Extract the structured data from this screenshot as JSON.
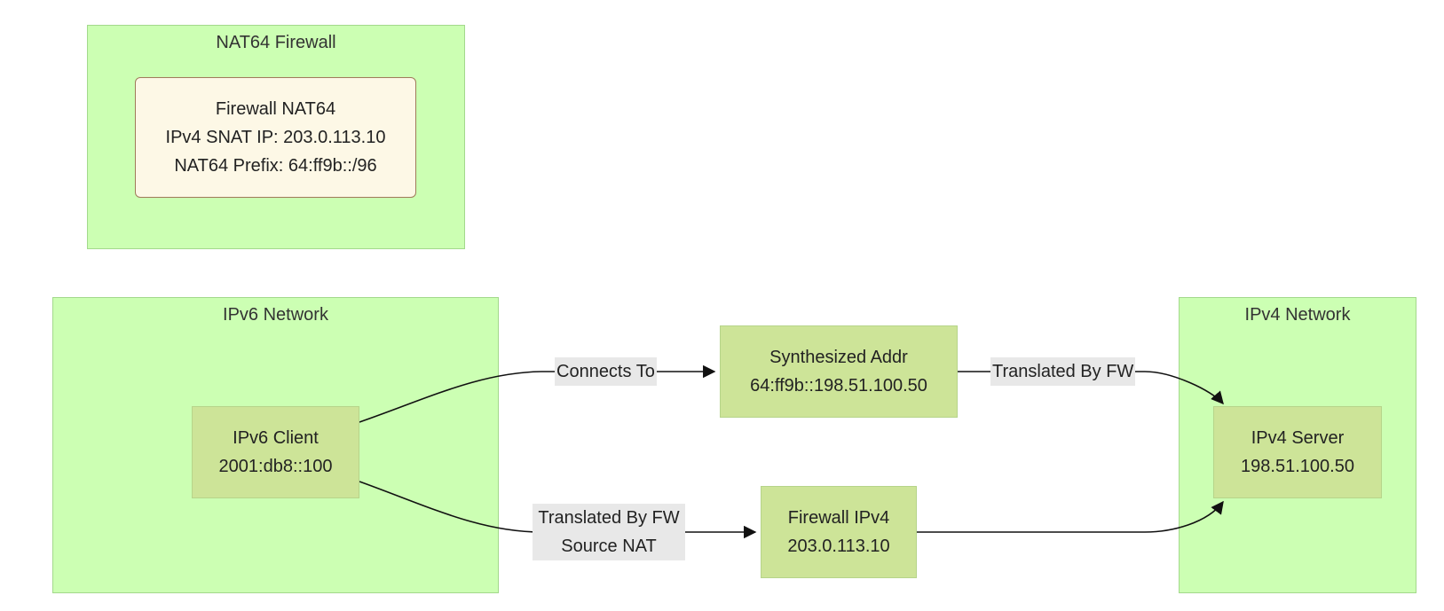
{
  "clusters": {
    "nat64_firewall": "NAT64 Firewall",
    "ipv6_network": "IPv6 Network",
    "ipv4_network": "IPv4 Network"
  },
  "nodes": {
    "firewall_nat64": {
      "title": "Firewall NAT64",
      "line2": "IPv4 SNAT IP: 203.0.113.10",
      "line3": "NAT64 Prefix: 64:ff9b::/96"
    },
    "ipv6_client": {
      "title": "IPv6 Client",
      "addr": "2001:db8::100"
    },
    "synth_addr": {
      "title": "Synthesized Addr",
      "addr": "64:ff9b::198.51.100.50"
    },
    "firewall_ipv4": {
      "title": "Firewall IPv4",
      "addr": "203.0.113.10"
    },
    "ipv4_server": {
      "title": "IPv4 Server",
      "addr": "198.51.100.50"
    }
  },
  "edges": {
    "connects_to": "Connects To",
    "translated_by_fw_top": "Translated By FW",
    "translated_by_fw_bottom_line1": "Translated By FW",
    "translated_by_fw_bottom_line2": "Source NAT"
  },
  "colors": {
    "cluster_fill": "#ccffb3",
    "node_fill": "#cde498",
    "firewall_node_fill": "#fdf8e6",
    "edge_label_bg": "#e8e8e8"
  }
}
